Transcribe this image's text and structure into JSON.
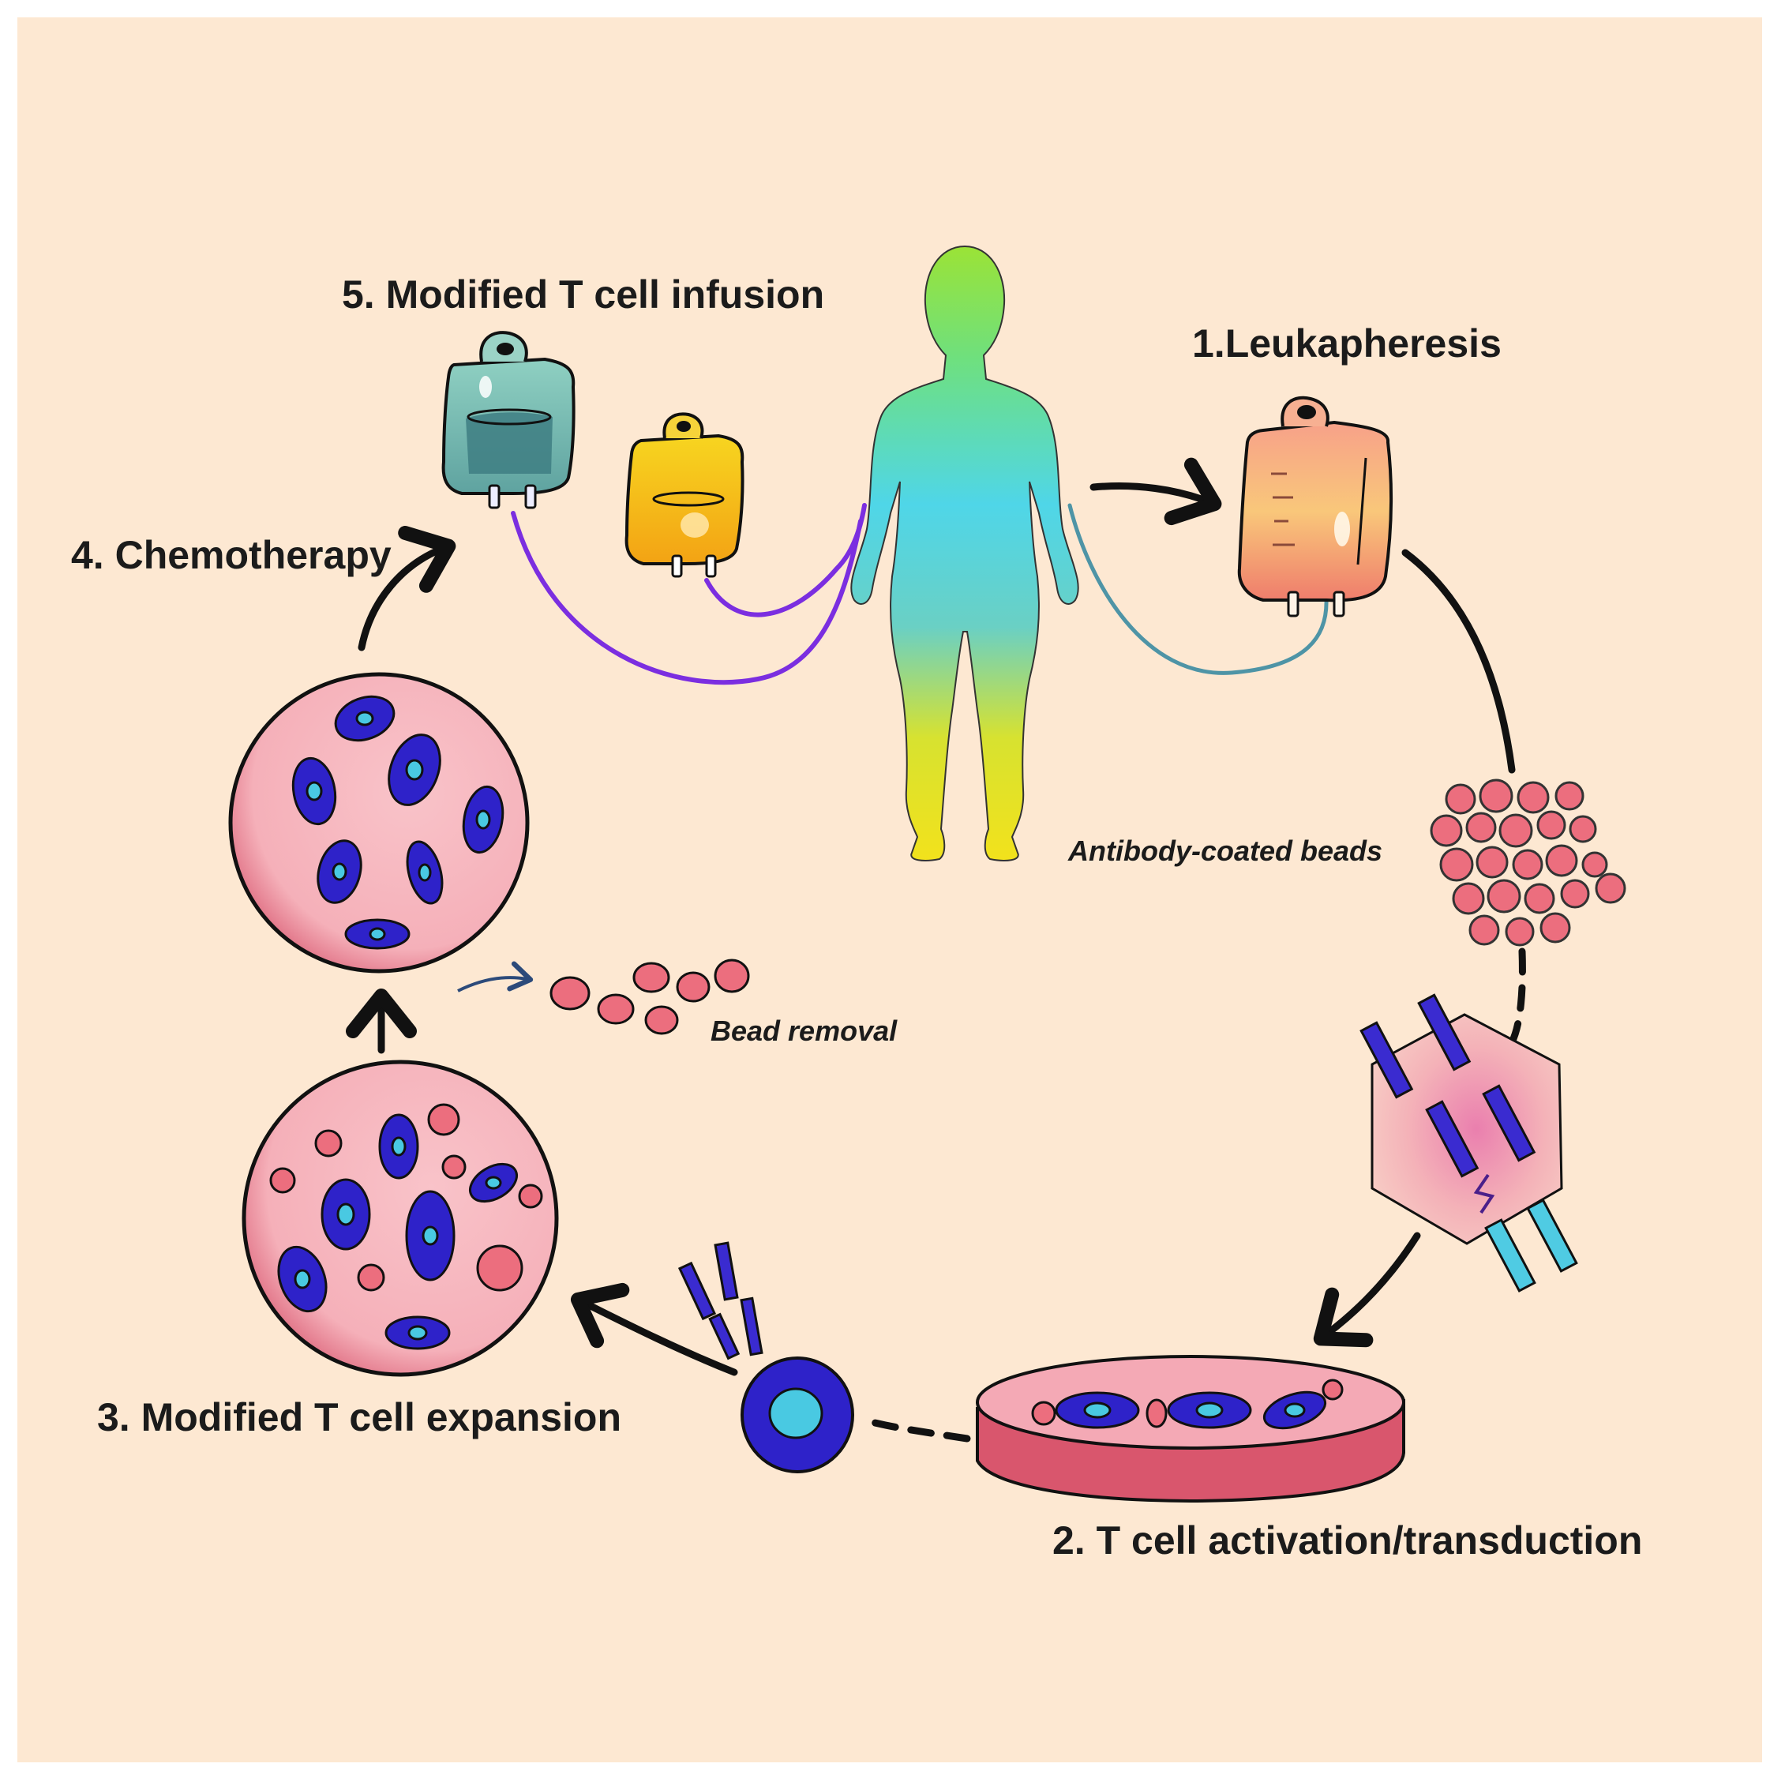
{
  "colors": {
    "panel": "#fde8d2",
    "outline": "#111111",
    "cell_pink": "#f4a9b5",
    "bead": "#ec6e7e",
    "tcell_blue": "#2e22c9",
    "nucleus": "#49c9e2",
    "tube_purple": "#7b2ee0",
    "tube_teal": "#4e94a6"
  },
  "labels": {
    "leukapheresis": "1.Leukapheresis",
    "activation": "2. T cell activation/transduction",
    "expansion": "3. Modified T cell expansion",
    "chemotherapy": "4. Chemotherapy",
    "infusion": "5. Modified T cell infusion",
    "beads": "Antibody-coated beads",
    "bead_removal": "Bead removal"
  },
  "icons": {
    "patient": "human-figure-icon",
    "collection_bag": "iv-bag-icon",
    "infusion_bags": "iv-bag-icon",
    "beads": "bead-cluster-icon",
    "antibody_crystal": "antibody-hexagon-icon",
    "culture_dish": "petri-dish-icon",
    "car_t_cell": "car-t-cell-icon"
  }
}
